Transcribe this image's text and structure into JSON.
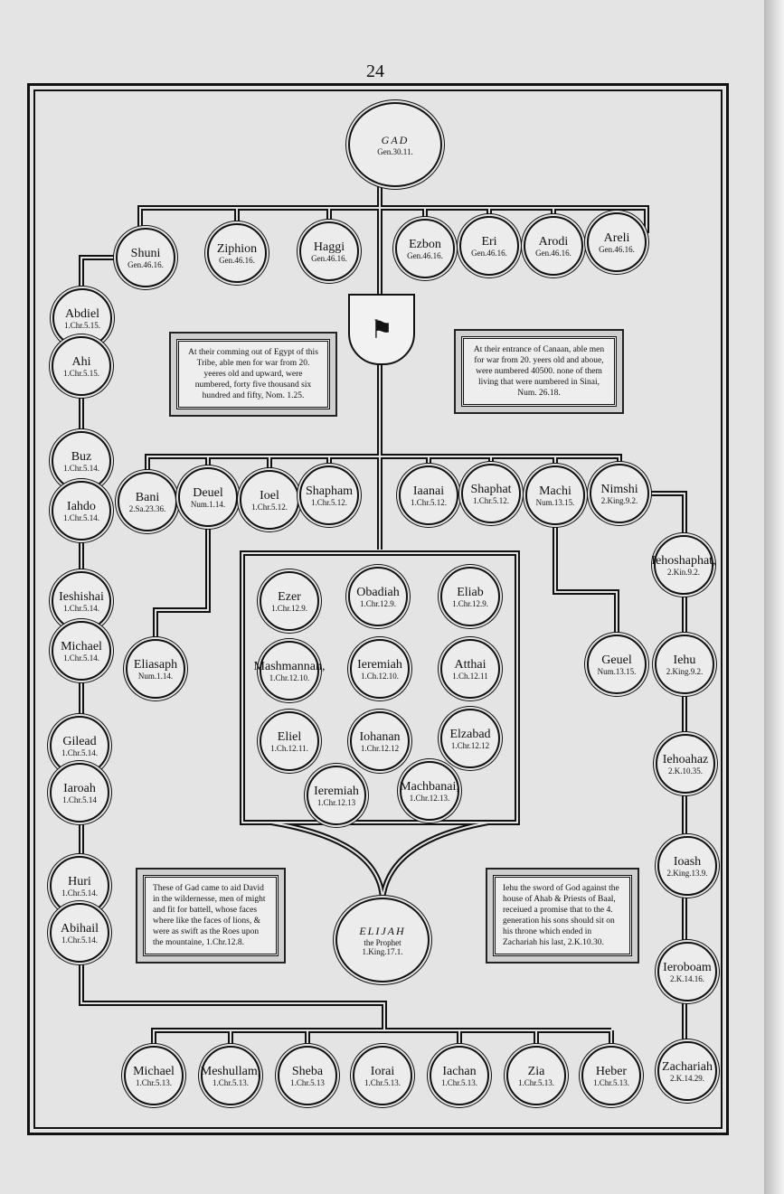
{
  "page_number": "24",
  "root": {
    "name": "GAD",
    "ref": "Gen.30.11."
  },
  "sons": [
    {
      "name": "Shuni",
      "ref": "Gen.46.16."
    },
    {
      "name": "Ziphion",
      "ref": "Gen.46.16."
    },
    {
      "name": "Haggi",
      "ref": "Gen.46.16."
    },
    {
      "name": "Ezbon",
      "ref": "Gen.46.16."
    },
    {
      "name": "Eri",
      "ref": "Gen.46.16."
    },
    {
      "name": "Arodi",
      "ref": "Gen.46.16."
    },
    {
      "name": "Areli",
      "ref": "Gen.46.16."
    }
  ],
  "left_column": [
    {
      "name": "Abdiel",
      "ref": "1.Chr.5.15."
    },
    {
      "name": "Ahi",
      "ref": "1.Chr.5.15."
    },
    {
      "name": "Buz",
      "ref": "1.Chr.5.14."
    },
    {
      "name": "Iahdo",
      "ref": "1.Chr.5.14."
    },
    {
      "name": "Ieshishai",
      "ref": "1.Chr.5.14."
    },
    {
      "name": "Michael",
      "ref": "1.Chr.5.14."
    },
    {
      "name": "Gilead",
      "ref": "1.Chr.5.14."
    },
    {
      "name": "Iaroah",
      "ref": "1.Chr.5.14"
    },
    {
      "name": "Huri",
      "ref": "1.Chr.5.14."
    },
    {
      "name": "Abihail",
      "ref": "1.Chr.5.14."
    }
  ],
  "middle_row": [
    {
      "name": "Bani",
      "ref": "2.Sa.23.36."
    },
    {
      "name": "Deuel",
      "ref": "Num.1.14."
    },
    {
      "name": "Ioel",
      "ref": "1.Chr.5.12."
    },
    {
      "name": "Shapham",
      "ref": "1.Chr.5.12."
    },
    {
      "name": "Iaanai",
      "ref": "1.Chr.5.12."
    },
    {
      "name": "Shaphat",
      "ref": "1.Chr.5.12."
    },
    {
      "name": "Machi",
      "ref": "Num.13.15."
    },
    {
      "name": "Nimshi",
      "ref": "2.King.9.2."
    },
    {
      "name": "Eliasaph",
      "ref": "Num.1.14."
    },
    {
      "name": "Geuel",
      "ref": "Num.13.15."
    }
  ],
  "right_column": [
    {
      "name": "Iehoshaphat,",
      "ref": "2.Kin.9.2."
    },
    {
      "name": "Iehu",
      "ref": "2.King.9.2."
    },
    {
      "name": "Iehoahaz",
      "ref": "2.K.10.35."
    },
    {
      "name": "Ioash",
      "ref": "2.King.13.9."
    },
    {
      "name": "Ieroboam",
      "ref": "2.K.14.16."
    },
    {
      "name": "Zachariah",
      "ref": "2.K.14.29."
    }
  ],
  "box": [
    {
      "name": "Ezer",
      "ref": "1.Chr.12.9."
    },
    {
      "name": "Obadiah",
      "ref": "1.Chr.12.9."
    },
    {
      "name": "Eliab",
      "ref": "1.Chr.12.9."
    },
    {
      "name": "Mashmannah,",
      "ref": "1.Chr.12.10."
    },
    {
      "name": "Ieremiah",
      "ref": "1.Ch.12.10."
    },
    {
      "name": "Atthai",
      "ref": "1.Ch.12.11"
    },
    {
      "name": "Eliel",
      "ref": "1.Ch.12.11."
    },
    {
      "name": "Iohanan",
      "ref": "1.Chr.12.12"
    },
    {
      "name": "Elzabad",
      "ref": "1.Chr.12.12"
    },
    {
      "name": "Ieremiah",
      "ref": "1.Chr.12.13"
    },
    {
      "name": "Machbanai,",
      "ref": "1.Chr.12.13."
    }
  ],
  "elijah": {
    "name": "ELIJAH",
    "title": "the Prophet",
    "ref": "1.King.17.1."
  },
  "bottom_row": [
    {
      "name": "Michael",
      "ref": "1.Chr.5.13."
    },
    {
      "name": "Meshullam,",
      "ref": "1.Chr.5.13."
    },
    {
      "name": "Sheba",
      "ref": "1.Chr.5.13"
    },
    {
      "name": "Iorai",
      "ref": "1.Chr.5.13."
    },
    {
      "name": "Iachan",
      "ref": "1.Chr.5.13."
    },
    {
      "name": "Zia",
      "ref": "1.Chr.5.13."
    },
    {
      "name": "Heber",
      "ref": "1.Chr.5.13."
    }
  ],
  "cartouches": {
    "exodus": "At their comming out of Egypt of this Tribe, able men for war from 20. yeeres old and upward, were numbered, forty five thousand six hundred and fifty, Nom. 1.25.",
    "canaan": "At their entrance of Canaan, able men for war from 20. yeers old and aboue, were numbered 40500. none of them living that were numbered in Sinai, Num. 26.18.",
    "david": "These of Gad came to aid David in the wildernesse, men of might and fit for battell, whose faces where like the faces of lions, & were as swift as the Roes upon the mountaine, 1.Chr.12.8.",
    "iehu": "Iehu the sword of God against the house of Ahab & Priests of Baal, receiued a promise that to the 4. generation his sons should sit on his throne which ended in Zachariah his last, 2.K.10.30."
  }
}
